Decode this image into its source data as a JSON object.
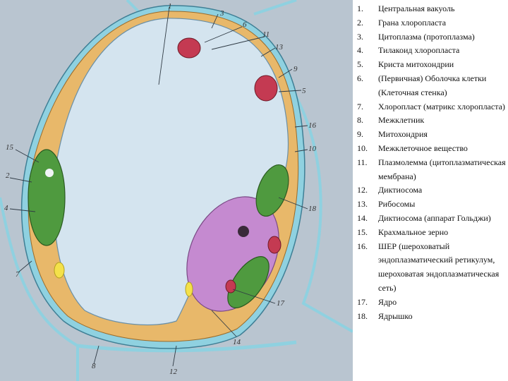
{
  "figure": {
    "callout_numbers": [
      "1",
      "2",
      "3",
      "4",
      "5",
      "6",
      "7",
      "8",
      "9",
      "10",
      "11",
      "12",
      "13",
      "14",
      "15",
      "16",
      "17",
      "18"
    ]
  },
  "legend": {
    "items": [
      {
        "number": "1.",
        "text": "Центральная вакуоль"
      },
      {
        "number": "2.",
        "text": "Грана хлоропласта"
      },
      {
        "number": "3.",
        "text": "Цитоплазма (протоплазма)"
      },
      {
        "number": "4.",
        "text": "Тилакоид хлоропласта"
      },
      {
        "number": "5.",
        "text": "Криста митохондрии"
      },
      {
        "number": "6.",
        "text": "(Первичная) Оболочка клетки (Клеточная стенка)"
      },
      {
        "number": "7.",
        "text": "Хлоропласт (матрикс хлоропласта)"
      },
      {
        "number": "8.",
        "text": "Межклетник"
      },
      {
        "number": "9.",
        "text": "Митохондрия"
      },
      {
        "number": "10.",
        "text": "Межклеточное вещество"
      },
      {
        "number": "11.",
        "text": "Плазмолемма (цитоплазматическая мембрана)"
      },
      {
        "number": "12.",
        "text": "Диктиосома"
      },
      {
        "number": "13.",
        "text": "Рибосомы"
      },
      {
        "number": "14.",
        "text": "Диктиосома (аппарат Гольджи)"
      },
      {
        "number": "15.",
        "text": "Крахмальное зерно"
      },
      {
        "number": "16.",
        "text": "ШЕР (шероховатый эндоплазматический ретикулум, шероховатая эндоплазматическая сеть)"
      },
      {
        "number": "17.",
        "text": "Ядро"
      },
      {
        "number": "18.",
        "text": "Ядрышко"
      }
    ]
  },
  "colors": {
    "background_panel": "#b9c5d0",
    "cell_wall": "#8fd1e0",
    "cytoplasm": "#e8b86a",
    "vacuole": "#d4e4ef",
    "chloroplast": "#4f9a3f",
    "mitochondria": "#c43a52",
    "nucleus": "#c58ad0",
    "starch_grain": "#f4e14a"
  }
}
